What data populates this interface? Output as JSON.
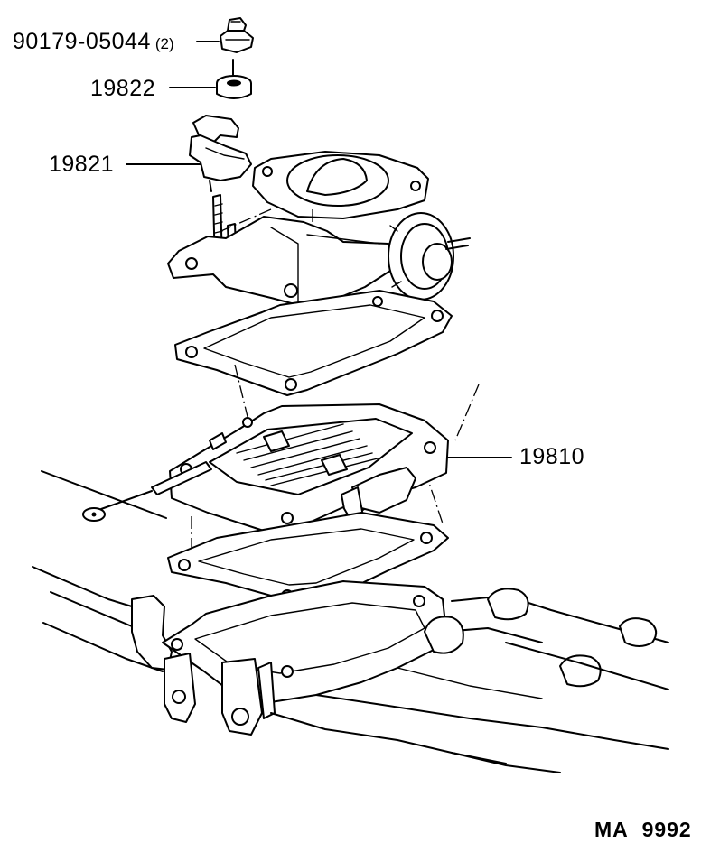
{
  "callouts": {
    "bolt": {
      "part_number": "90179-05044",
      "quantity": "(2)"
    },
    "cushion": {
      "part_number": "19822"
    },
    "bracket": {
      "part_number": "19821"
    },
    "throttle_positioner": {
      "part_number": "19810"
    }
  },
  "caption": {
    "code": "MA",
    "number": "9992"
  }
}
